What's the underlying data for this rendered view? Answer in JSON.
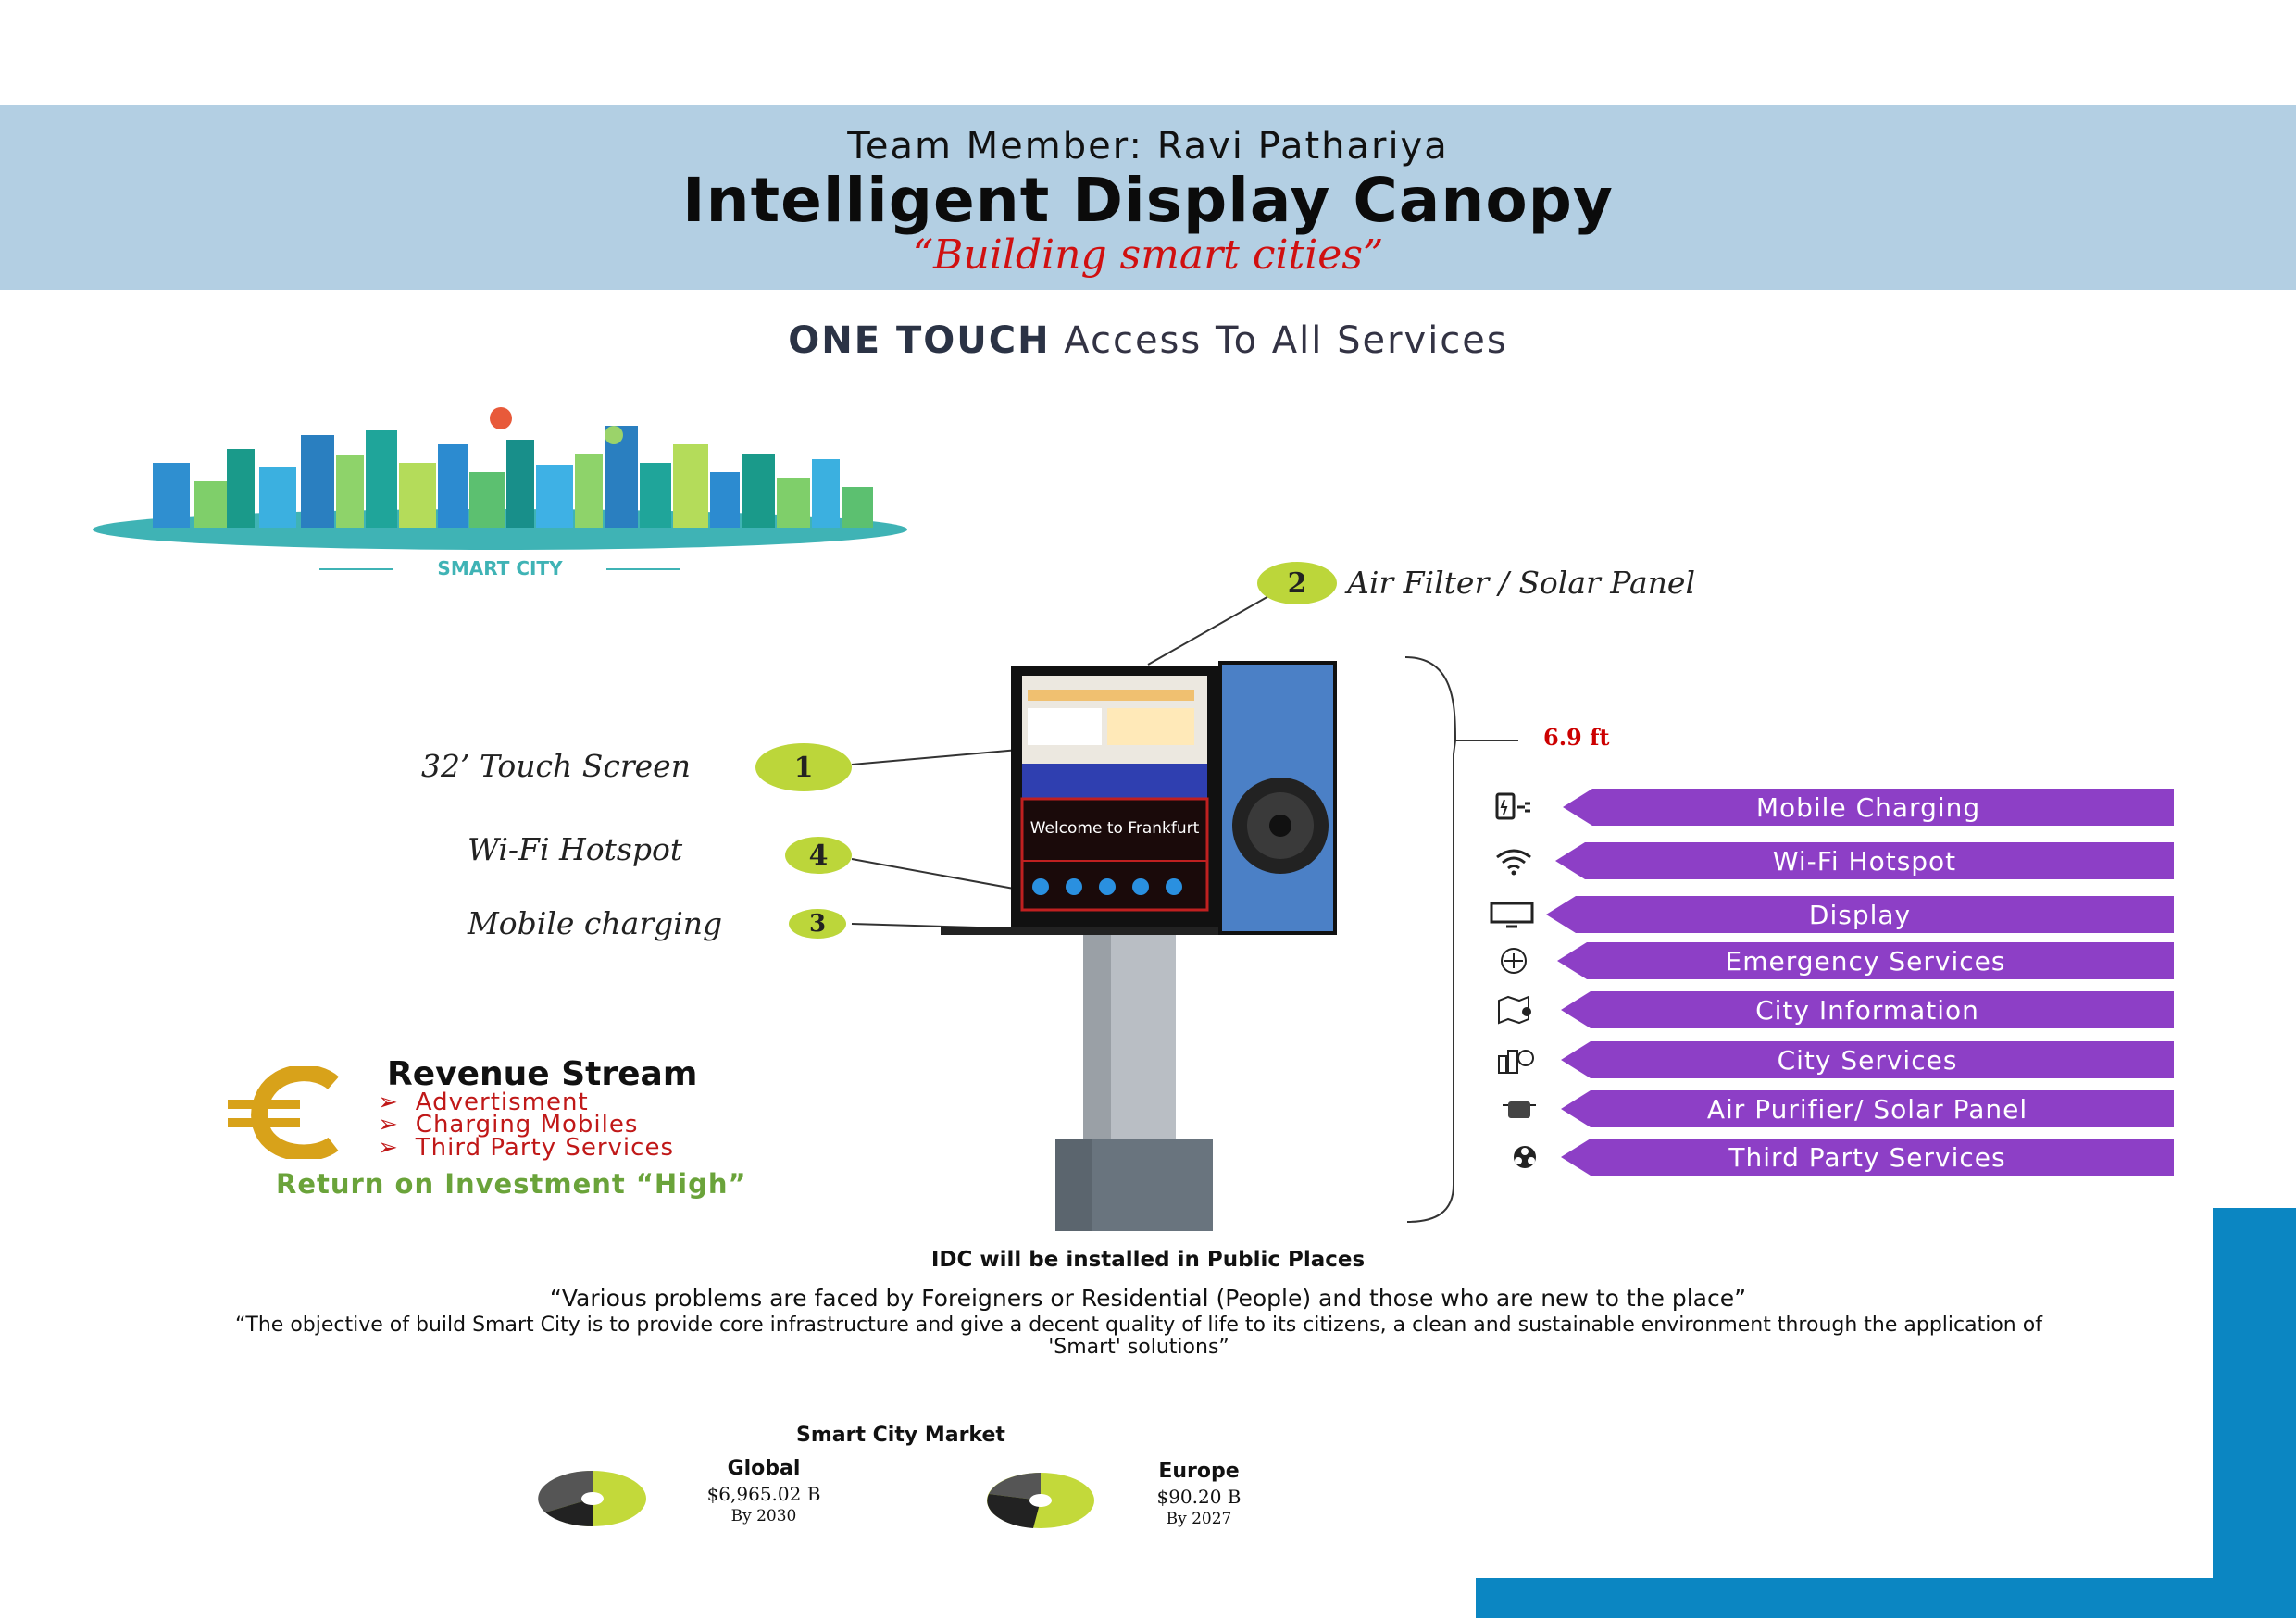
{
  "header": {
    "team": "Team Member: Ravi Pathariya",
    "title": "Intelligent Display Canopy",
    "tagline": "“Building smart cities”",
    "subtitle_bold": "ONE TOUCH",
    "subtitle_rest": " Access To All Services"
  },
  "city": {
    "label": "SMART CITY"
  },
  "callouts": [
    {
      "number": "2",
      "label": "Air Filter / Solar Panel"
    },
    {
      "number": "1",
      "label": "32’ Touch Screen"
    },
    {
      "number": "4",
      "label": "Wi-Fi Hotspot"
    },
    {
      "number": "3",
      "label": "Mobile charging"
    }
  ],
  "kiosk": {
    "screen_text": "Welcome to Frankfurt",
    "height_label": "6.9 ft"
  },
  "services": [
    {
      "label": "Mobile Charging",
      "icon": "phone-charging-icon"
    },
    {
      "label": "Wi-Fi Hotspot",
      "icon": "wifi-icon"
    },
    {
      "label": "Display",
      "icon": "monitor-icon"
    },
    {
      "label": "Emergency Services",
      "icon": "emergency-icon"
    },
    {
      "label": "City Information",
      "icon": "map-icon"
    },
    {
      "label": "City Services",
      "icon": "city-services-icon"
    },
    {
      "label": "Air Purifier/ Solar Panel",
      "icon": "air-purifier-icon"
    },
    {
      "label": "Third Party Services",
      "icon": "third-party-icon"
    }
  ],
  "revenue": {
    "title": "Revenue Stream",
    "items": [
      "Advertisment",
      "Charging Mobiles",
      "Third Party Services"
    ],
    "roi": "Return on Investment “High”"
  },
  "texts": {
    "installed": "IDC will be installed in Public Places",
    "quote1": "“Various problems are faced by Foreigners or Residential (People) and those who are new to the place”",
    "quote2": "“The objective of build Smart City is to provide core infrastructure and give a decent quality of life to its citizens, a clean and sustainable environment through the application of 'Smart' solutions”"
  },
  "market": {
    "title": "Smart City Market",
    "regions": [
      {
        "name": "Global",
        "value": "$6,965.02 B",
        "by": "By 2030"
      },
      {
        "name": "Europe",
        "value": "$90.20 B",
        "by": "By 2027"
      }
    ]
  },
  "colors": {
    "header_band": "#b3cfe3",
    "service_purple": "#8d3fc6",
    "accent_blue": "#0b86c2",
    "badge_green": "#bcd63a",
    "tagline_red": "#d01010"
  }
}
